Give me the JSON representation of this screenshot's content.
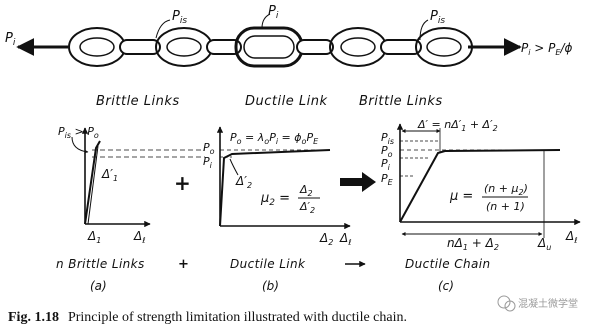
{
  "chain": {
    "left_force": "P",
    "left_force_sub": "i",
    "left_link_label": "P",
    "left_link_label_sub": "is",
    "middle_link_label": "P",
    "middle_link_label_sub": "i",
    "right_link_label": "P",
    "right_link_label_sub": "is",
    "right_force": "P",
    "right_force_sub": "i",
    "right_force_rel": " > P",
    "right_force_rel_sub": "E",
    "right_force_tail": "/ϕ",
    "brittle_links_left": "Brittle Links",
    "ductile_link": "Ductile Link",
    "brittle_links_right": "Brittle Links"
  },
  "panel_a": {
    "cond_pre": "P",
    "cond_pre_sub": "is",
    "cond_mid": " > P",
    "cond_mid_sub": "o",
    "delta_prime": "Δ′",
    "delta_prime_sub": "1",
    "delta1": "Δ",
    "delta1_sub": "1",
    "axis": "Δ",
    "axis_sub": "ℓ",
    "label": "n Brittle Links",
    "tag": "(a)"
  },
  "plus_sign": "+",
  "plus_sign_bottom": "+",
  "panel_b": {
    "equation": "P",
    "equation_parts": [
      "o",
      " = λ",
      "o",
      "P",
      "i",
      " = ϕ",
      "o",
      "P",
      "E"
    ],
    "po": "P",
    "po_sub": "o",
    "pi": "P",
    "pi_sub": "i",
    "delta2_prime": "Δ′",
    "delta2_prime_sub": "2",
    "mu_lhs": "μ",
    "mu_lhs_sub": "2",
    "mu_eq": " =",
    "mu_num": "Δ",
    "mu_num_sub": "2",
    "mu_den": "Δ′",
    "mu_den_sub": "2",
    "delta2": "Δ",
    "delta2_sub": "2",
    "axis": "Δ",
    "axis_sub": "ℓ",
    "label": "Ductile Link",
    "tag": "(b)"
  },
  "panel_c": {
    "delta_prime_eq": "Δ′ = nΔ′",
    "delta_prime_eq_sub1": "1",
    "delta_prime_eq_mid": " + Δ′",
    "delta_prime_eq_sub2": "2",
    "pis": "P",
    "pis_sub": "is",
    "po": "P",
    "po_sub": "o",
    "pi": "P",
    "pi_sub": "i",
    "pe": "P",
    "pe_sub": "E",
    "mu_lhs": "μ =",
    "mu_num": "(n + μ",
    "mu_num_sub": "2",
    "mu_num_close": ")",
    "mu_den": "(n + 1)",
    "span": "nΔ",
    "span_sub": "1",
    "span_mid": " + Δ",
    "span_sub2": "2",
    "delta_u": "Δ",
    "delta_u_sub": "u",
    "axis": "Δ",
    "axis_sub": "ℓ",
    "label": "Ductile Chain",
    "tag": "(c)"
  },
  "caption": {
    "number": "Fig. 1.18",
    "text": "Principle of strength limitation illustrated with ductile chain."
  },
  "watermark": "混凝土微学堂"
}
